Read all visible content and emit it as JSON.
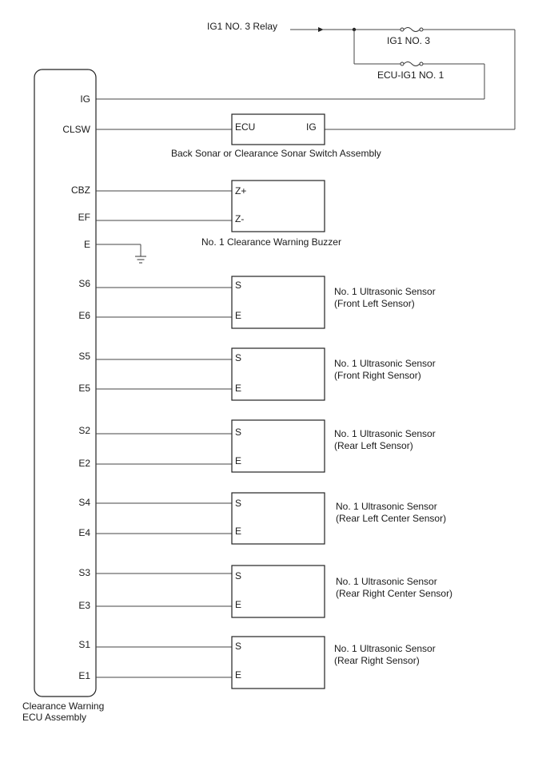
{
  "relay": {
    "label": "IG1 NO. 3 Relay"
  },
  "fuses": [
    {
      "label": "IG1 NO. 3"
    },
    {
      "label": "ECU-IG1 NO. 1"
    }
  ],
  "ecu": {
    "label_line1": "Clearance Warning",
    "label_line2": "ECU Assembly",
    "pins": [
      "IG",
      "CLSW",
      "CBZ",
      "EF",
      "E",
      "S6",
      "E6",
      "S5",
      "E5",
      "S2",
      "E2",
      "S4",
      "E4",
      "S3",
      "E3",
      "S1",
      "E1"
    ]
  },
  "switch": {
    "name": "Back Sonar or Clearance Sonar Switch Assembly",
    "pin_left": "ECU",
    "pin_right": "IG"
  },
  "buzzer": {
    "name": "No. 1 Clearance Warning Buzzer",
    "pin_top": "Z+",
    "pin_bottom": "Z-"
  },
  "sensors": [
    {
      "name": "No. 1 Ultrasonic Sensor",
      "position": "(Front Left Sensor)",
      "pin_s": "S",
      "pin_e": "E"
    },
    {
      "name": "No. 1 Ultrasonic Sensor",
      "position": "(Front Right Sensor)",
      "pin_s": "S",
      "pin_e": "E"
    },
    {
      "name": "No. 1 Ultrasonic Sensor",
      "position": "(Rear Left Sensor)",
      "pin_s": "S",
      "pin_e": "E"
    },
    {
      "name": "No. 1 Ultrasonic Sensor",
      "position": "(Rear Left Center Sensor)",
      "pin_s": "S",
      "pin_e": "E"
    },
    {
      "name": "No. 1 Ultrasonic Sensor",
      "position": "(Rear Right Center Sensor)",
      "pin_s": "S",
      "pin_e": "E"
    },
    {
      "name": "No. 1 Ultrasonic Sensor",
      "position": "(Rear Right Sensor)",
      "pin_s": "S",
      "pin_e": "E"
    }
  ]
}
